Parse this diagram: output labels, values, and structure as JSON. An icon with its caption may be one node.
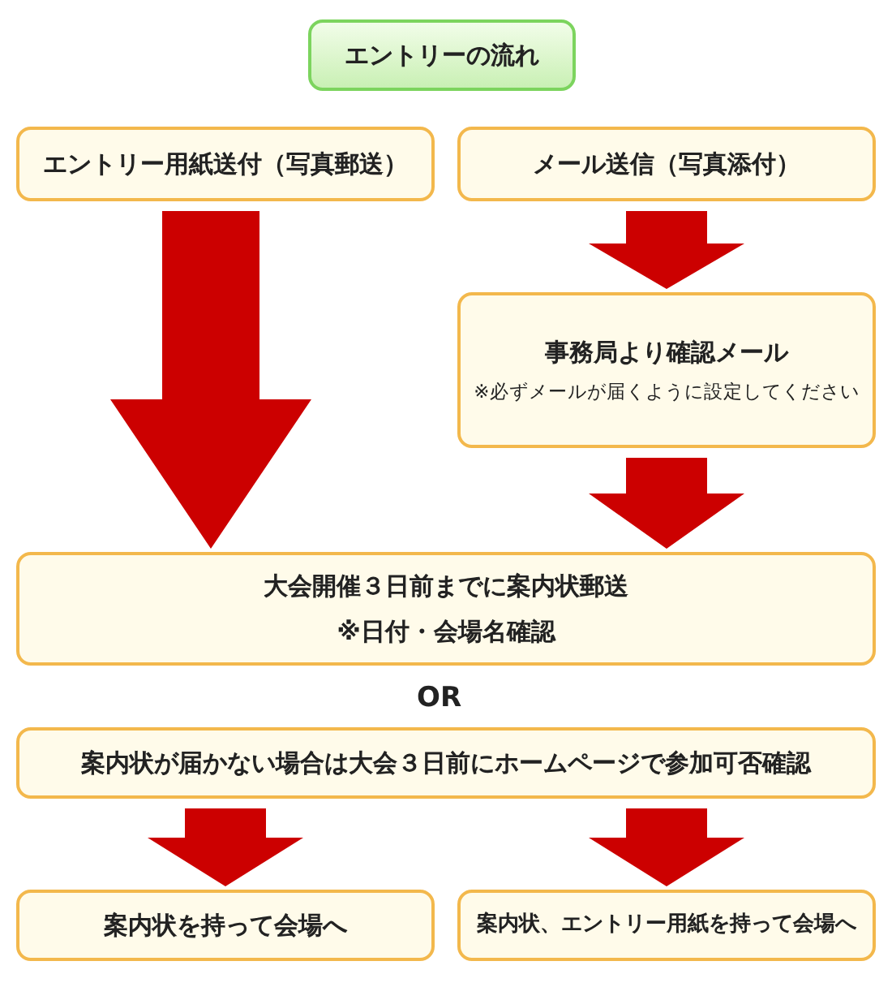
{
  "diagram": {
    "nodes": [
      {
        "text": [
          "エントリーの流れ"
        ]
      },
      {
        "text": [
          "エントリー用紙送付（写真郵送）"
        ]
      },
      {
        "text": [
          "メール送信（写真添付）"
        ]
      },
      {
        "text": [
          "事務局より確認メール",
          "※必ずメールが届くように設定してください"
        ]
      },
      {
        "text": [
          "大会開催３日前までに案内状郵送",
          "※日付・会場名確認"
        ]
      },
      {
        "text": [
          "案内状が届かない場合は大会３日前にホームページで参加可否確認"
        ]
      },
      {
        "text": [
          "案内状を持って会場へ"
        ]
      },
      {
        "text": [
          "案内状、エントリー用紙を持って会場へ"
        ]
      }
    ],
    "edges": [
      {
        "from": 1,
        "to": 4,
        "arrow": "to"
      },
      {
        "from": 2,
        "to": 3,
        "arrow": "to"
      },
      {
        "from": 3,
        "to": 4,
        "arrow": "to"
      },
      {
        "from": 5,
        "to": 6,
        "arrow": "to"
      },
      {
        "from": 5,
        "to": 7,
        "arrow": "to"
      }
    ],
    "labels": [
      "OR"
    ]
  }
}
